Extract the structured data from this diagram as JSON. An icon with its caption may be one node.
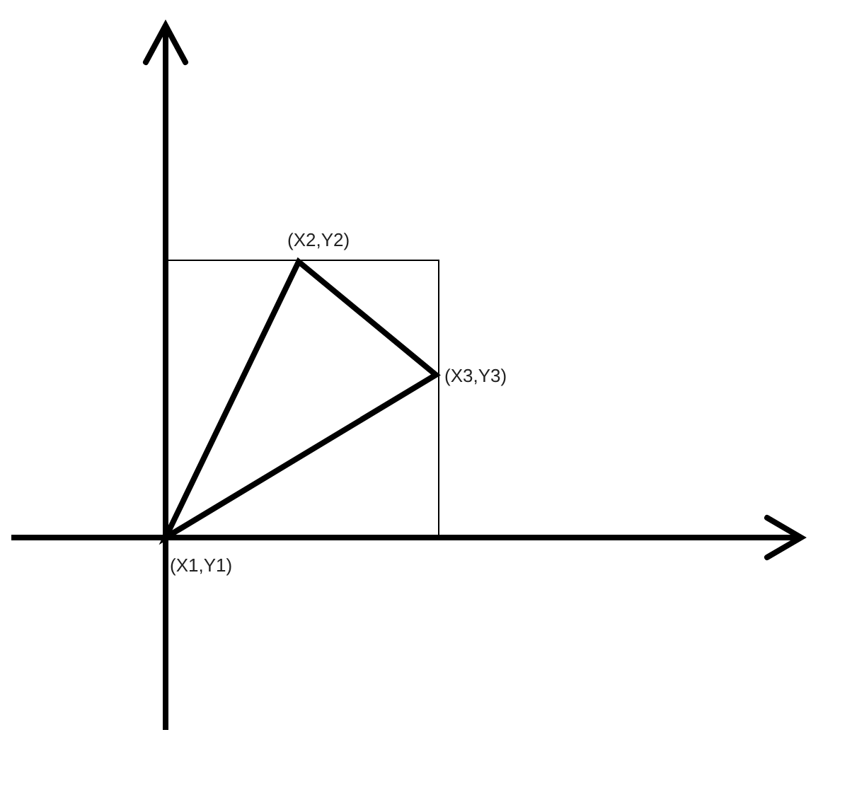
{
  "diagram": {
    "labels": [
      "(X2,Y2)",
      "(X3,Y3)",
      "(X1,Y1)"
    ]
  }
}
